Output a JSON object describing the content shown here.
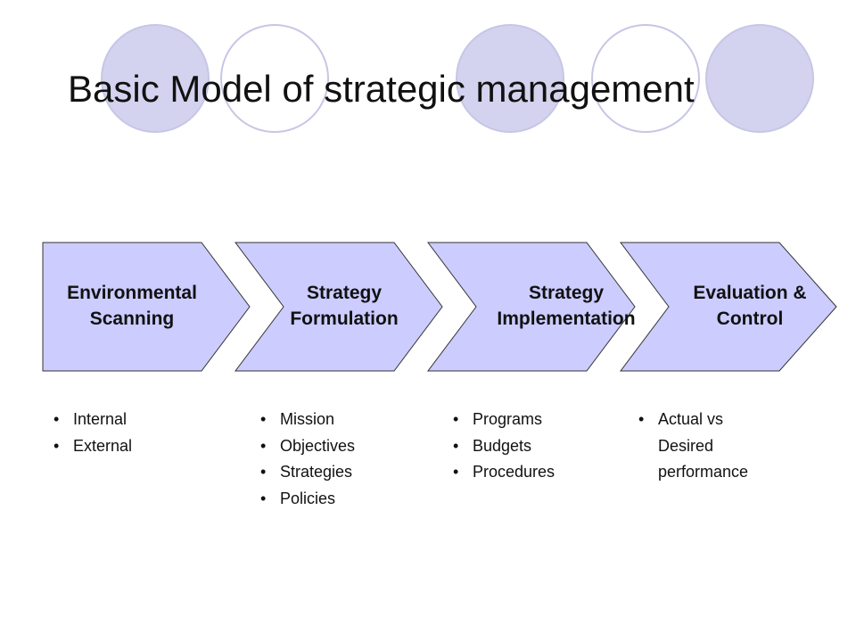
{
  "title": "Basic Model of strategic management",
  "colors": {
    "circle_fill": "#d3d3ef",
    "circle_stroke": "#c6c6e6",
    "chevron_fill": "#ccccff",
    "chevron_stroke": "#333333"
  },
  "decor": {
    "circle_icon": "decorative-circle",
    "pattern": [
      "filled",
      "outline",
      "filled",
      "outline",
      "filled"
    ]
  },
  "stages": [
    {
      "label": "Environmental\nScanning",
      "bullets": [
        "Internal",
        "External"
      ]
    },
    {
      "label": "Strategy\nFormulation",
      "bullets": [
        "Mission",
        "Objectives",
        "Strategies",
        "Policies"
      ]
    },
    {
      "label": "Strategy\nImplementation",
      "bullets": [
        "Programs",
        "Budgets",
        "Procedures"
      ]
    },
    {
      "label": "Evaluation &\nControl",
      "bullets": [
        "Actual vs\nDesired\nperformance"
      ]
    }
  ]
}
